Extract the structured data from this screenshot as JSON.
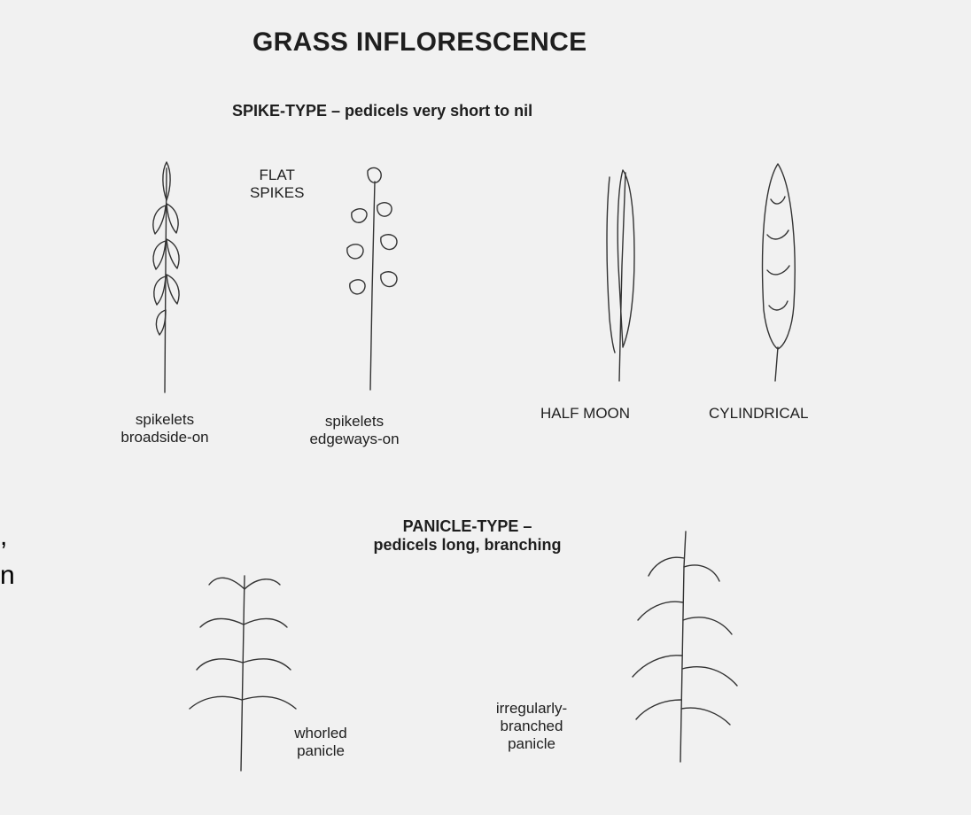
{
  "title": "GRASS INFLORESCENCE",
  "spike_heading": "SPIKE-TYPE – pedicels very short to nil",
  "flat_spikes": {
    "line1": "FLAT",
    "line2": "SPIKES"
  },
  "spikes": [
    {
      "name": "broadside",
      "caption": [
        "spikelets",
        "broadside-on"
      ]
    },
    {
      "name": "edgeways",
      "caption": [
        "spikelets",
        "edgeways-on"
      ]
    },
    {
      "name": "half-moon",
      "caption": [
        "HALF MOON"
      ]
    },
    {
      "name": "cylindrical",
      "caption": [
        "CYLINDRICAL"
      ]
    }
  ],
  "panicle_heading": {
    "line1": "PANICLE-TYPE –",
    "line2": "pedicels long, branching"
  },
  "panicles": [
    {
      "name": "whorled",
      "caption": [
        "whorled",
        "panicle"
      ]
    },
    {
      "name": "irregular",
      "caption": [
        "irregularly-",
        "branched",
        "panicle"
      ]
    }
  ],
  "edge_fragment": {
    "line1": ",",
    "line2": "n"
  }
}
